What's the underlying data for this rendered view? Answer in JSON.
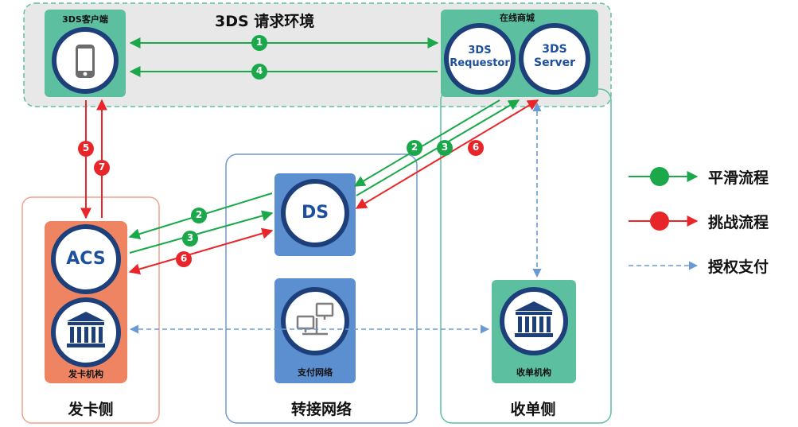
{
  "environment": {
    "title": "3DS 请求环境"
  },
  "client": {
    "label": "3DS客户端",
    "icon": "mobile-phone-icon"
  },
  "merchant": {
    "label": "在线商城",
    "requestor_line1": "3DS",
    "requestor_line2": "Requestor",
    "server_line1": "3DS",
    "server_line2": "Server"
  },
  "issuer_zone": {
    "label": "发卡侧",
    "acs": "ACS",
    "bank_label": "发卡机构",
    "bank_icon": "bank-icon"
  },
  "network_zone": {
    "label": "转接网络",
    "ds": "DS",
    "payment_label": "支付网络",
    "payment_icon": "network-computers-icon"
  },
  "acquirer_zone": {
    "label": "收单侧",
    "bank_label": "收单机构",
    "bank_icon": "bank-icon"
  },
  "steps": {
    "s1": "1",
    "s4": "4",
    "s5": "5",
    "s7": "7",
    "s2_ds_merchant": "2",
    "s3_ds_merchant": "3",
    "s6_ds_merchant": "6",
    "s2_acs_ds": "2",
    "s3_acs_ds": "3",
    "s6_acs_ds": "6"
  },
  "legend": [
    {
      "label": "平滑流程",
      "color": "#1aa84a",
      "style": "green-dot-arrow"
    },
    {
      "label": "挑战流程",
      "color": "#e8262a",
      "style": "red-dot-arrow"
    },
    {
      "label": "授权支付",
      "color": "#6a9ad4",
      "style": "dashed-arrow"
    }
  ],
  "colors": {
    "green": "#1aa84a",
    "red": "#e8262a",
    "blue_dashed": "#6a9ad4",
    "teal": "#5cbf9f",
    "navy": "#1d3f7a",
    "salmon": "#ef8463",
    "ds_blue": "#5b8fd0"
  }
}
